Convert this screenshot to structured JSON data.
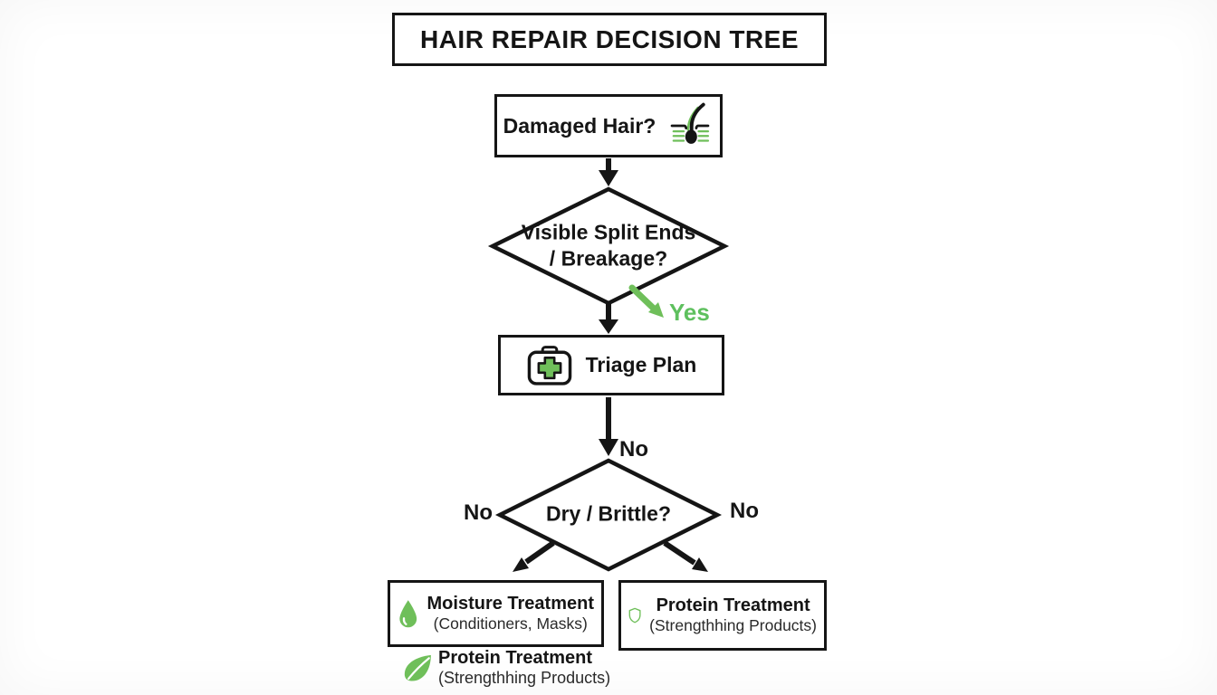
{
  "colors": {
    "ink": "#151515",
    "green": "#6fbf5a",
    "green_text": "#5ec05e",
    "bg": "#ffffff"
  },
  "title": {
    "text": "HAIR REPAIR DECISION TREE"
  },
  "nodes": {
    "damaged_hair": {
      "label": "Damaged Hair?",
      "icon": "hair-follicle-icon"
    },
    "split_ends": {
      "line1": "Visible Split Ends",
      "line2": "/ Breakage?"
    },
    "triage": {
      "label": "Triage Plan",
      "icon": "first-aid-kit-icon"
    },
    "dry_brittle": {
      "label": "Dry / Brittle?"
    },
    "moisture": {
      "title": "Moisture Treatment",
      "subtitle": "(Conditioners, Masks)",
      "icon": "water-droplet-icon"
    },
    "protein": {
      "title": "Protein Treatment",
      "subtitle": "(Strengthhing Products)",
      "icon": "shield-icon"
    },
    "protein_note": {
      "title": "Protein Treatment",
      "subtitle": "(Strengthhing Products)",
      "icon": "leaf-icon"
    }
  },
  "edge_labels": {
    "yes": "Yes",
    "no_top": "No",
    "no_left": "No",
    "no_right": "No"
  }
}
